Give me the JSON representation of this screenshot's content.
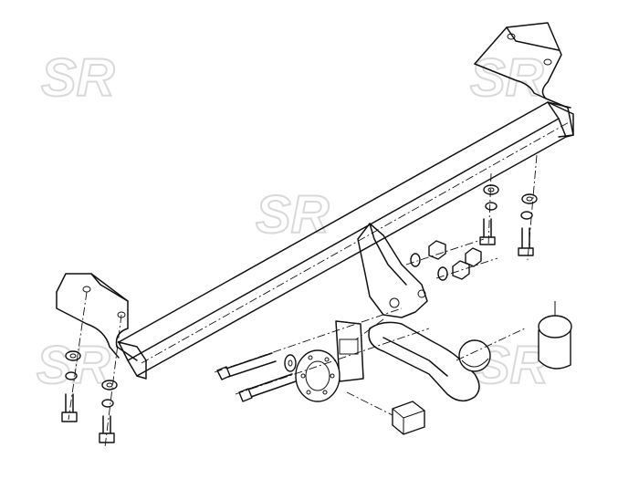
{
  "watermark": {
    "text": "SR",
    "color": "#d9d9d9"
  },
  "parts": [
    "left-mounting-bracket",
    "right-mounting-bracket",
    "cross-beam",
    "center-bracket",
    "tow-ball-neck",
    "tow-ball",
    "ball-cap",
    "socket-plate",
    "electrical-socket",
    "connector-plug",
    "bolts",
    "nuts",
    "washers"
  ]
}
